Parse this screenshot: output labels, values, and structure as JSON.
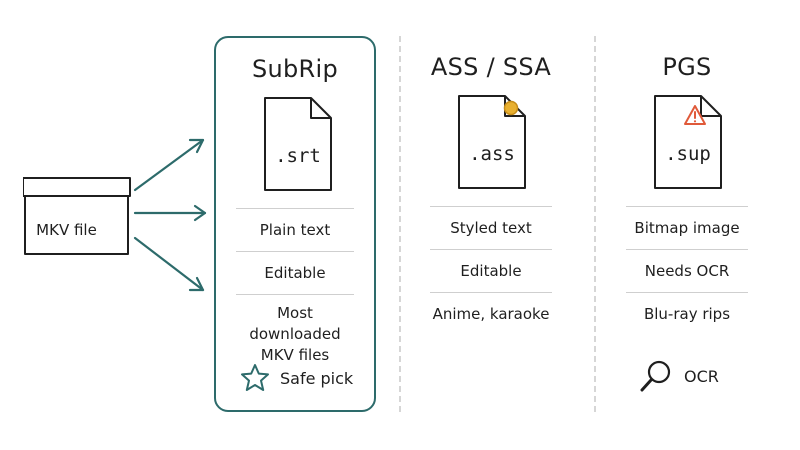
{
  "source": {
    "label": "MKV file",
    "icon": "box-icon"
  },
  "colors": {
    "accent": "#2d6b6b",
    "ass_dot": "#e8b030",
    "warning": "#e05a3a",
    "divider": "#d6d6d6"
  },
  "formats": [
    {
      "title": "SubRip",
      "extension": ".srt",
      "icon": "document-icon",
      "highlighted": true,
      "rows": [
        "Plain text",
        "Editable",
        "Most downloaded\nMKV files"
      ],
      "badge": {
        "icon": "star-icon",
        "label": "Safe pick"
      }
    },
    {
      "title": "ASS / SSA",
      "extension": ".ass",
      "icon": "document-with-dot-icon",
      "highlighted": false,
      "rows": [
        "Styled text",
        "Editable",
        "Anime, karaoke"
      ]
    },
    {
      "title": "PGS",
      "extension": ".sup",
      "icon": "document-warning-icon",
      "highlighted": false,
      "rows": [
        "Bitmap image",
        "Needs OCR",
        "Blu-ray rips"
      ],
      "badge": {
        "icon": "magnifier-icon",
        "label": "OCR"
      }
    }
  ]
}
